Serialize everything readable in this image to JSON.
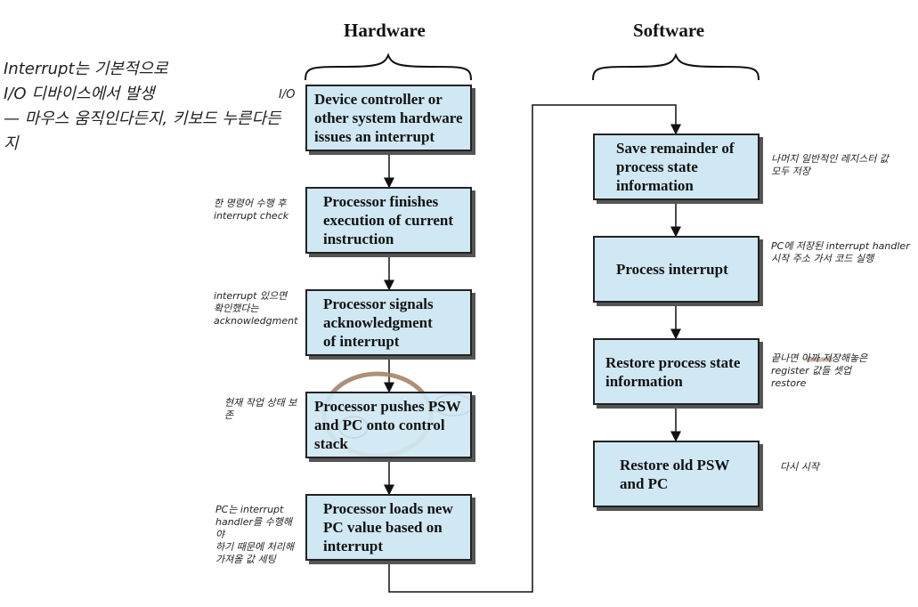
{
  "columns": {
    "hardware": "Hardware",
    "software": "Software"
  },
  "hardware_steps": [
    "Device controller or\nother system hardware\nissues an interrupt",
    "Processor finishes\nexecution of current\ninstruction",
    "Processor signals\nacknowledgment\nof interrupt",
    "Processor pushes PSW\nand PC onto control\nstack",
    "Processor loads new\nPC value based on\ninterrupt"
  ],
  "software_steps": [
    "Save remainder of\nprocess state\ninformation",
    "Process interrupt",
    "Restore process state\ninformation",
    "Restore old PSW\nand PC"
  ],
  "handwritten_notes": {
    "intro": "Interrupt는 기본적으로\n  I/O 디바이스에서 발생\n— 마우스 움직인다든지, 키보드 누른다든지",
    "io_label": "I/O",
    "note_hw2": "한 명령어 수행 후\n    interrupt check",
    "note_hw3": "interrupt 있으면\n확인했다는\nacknowledgment",
    "note_hw4": "현재 작업 상태 보존",
    "note_hw5": "PC는 interrupt\nhandler를 수행해야\n하기 때문에 처리해\n가져올 값 세팅",
    "note_sw1": "나머지 일반적인 레지스터 값\n모두 저장",
    "note_sw2": "PC에 저장된 interrupt handler\n시작 주소 가서 코드 실행",
    "note_sw3": "끝나면 아까 저장해놓은\nregister 값들 셋업\n           restore",
    "note_sw4": "다시 시작"
  },
  "colors": {
    "box_fill": "#cfe8f3",
    "border": "#222222",
    "annotation_circle": "#a07c62"
  }
}
